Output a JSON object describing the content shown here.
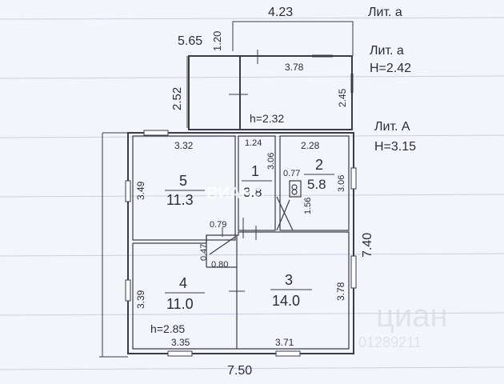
{
  "labels": {
    "lit_a_top": "Лит. а",
    "lit_a_mid": "Лит. а",
    "h_242": "H=2.42",
    "lit_big_a": "Лит. А",
    "h_315": "H=3.15",
    "h_232": "h=2.32",
    "h_285": "h=2.85"
  },
  "dims": {
    "top_width": "4.23",
    "d_120": "1.20",
    "d_565": "5.65",
    "d_378_top": "3.78",
    "d_252": "2.52",
    "d_245": "2.45",
    "d_332": "3.32",
    "d_124": "1.24",
    "d_306a": "3.06",
    "d_228": "2.28",
    "d_349": "3.49",
    "d_077": "0.77",
    "d_306b": "3.06",
    "d_156": "1.56",
    "d_079": "0.79",
    "d_047": "0.47",
    "d_080": "0.80",
    "d_740": "7.40",
    "d_339": "3.39",
    "d_378_right": "3.78",
    "d_335": "3.35",
    "d_371": "3.71",
    "bottom_width": "7.50"
  },
  "rooms": [
    {
      "num": "5",
      "area": "11.3"
    },
    {
      "num": "1",
      "area": "3.8"
    },
    {
      "num": "2",
      "area": "5.8"
    },
    {
      "num": "4",
      "area": "11.0"
    },
    {
      "num": "3",
      "area": "14.0"
    }
  ],
  "watermarks": {
    "mid": "ВИАНС",
    "corner_brand": "циан",
    "corner_number": "01289211"
  },
  "colors": {
    "background": "#f4f5fa",
    "lines": "#3a3a48",
    "ruling": "#c9cfe6"
  }
}
